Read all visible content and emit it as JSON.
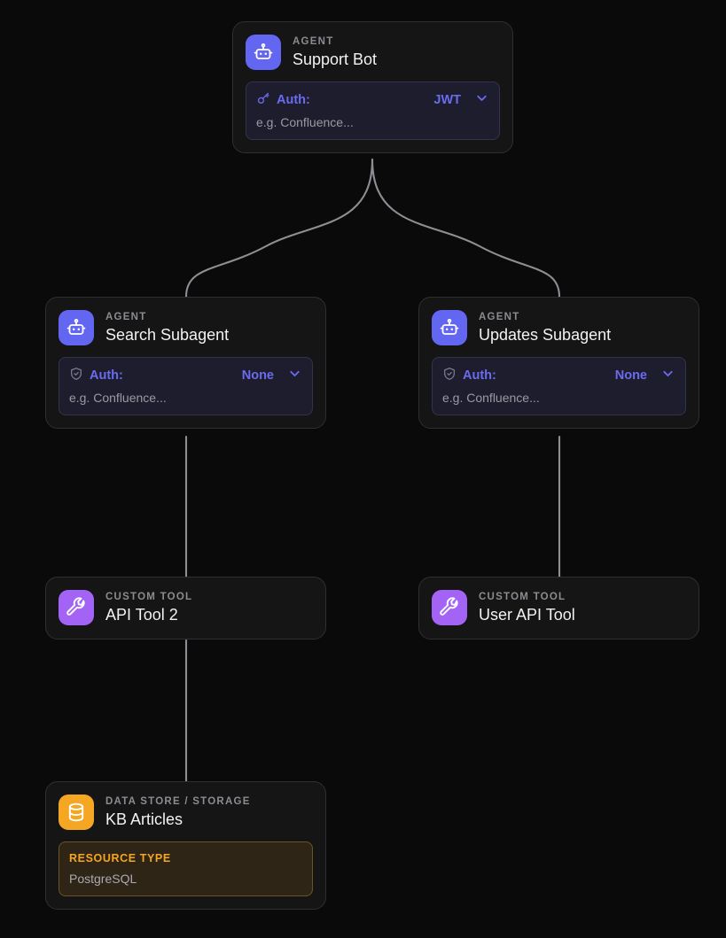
{
  "canvas": {
    "background": "#0a0a0a",
    "edge_color": "#8e8e94"
  },
  "nodes": [
    {
      "id": "support-bot",
      "kind": "AGENT",
      "title": "Support Bot",
      "icon": "robot-icon",
      "icon_color": "#6366f1",
      "panel": {
        "type": "auth",
        "icon": "key-icon",
        "label": "Auth:",
        "value": "JWT",
        "placeholder": "e.g. Confluence...",
        "accent": "#6b6bf0"
      }
    },
    {
      "id": "search-subagent",
      "kind": "AGENT",
      "title": "Search Subagent",
      "icon": "robot-icon",
      "icon_color": "#6366f1",
      "panel": {
        "type": "auth",
        "icon": "shield-check-icon",
        "label": "Auth:",
        "value": "None",
        "placeholder": "e.g. Confluence...",
        "accent": "#6b6bf0"
      }
    },
    {
      "id": "updates-subagent",
      "kind": "AGENT",
      "title": "Updates Subagent",
      "icon": "robot-icon",
      "icon_color": "#6366f1",
      "panel": {
        "type": "auth",
        "icon": "shield-check-icon",
        "label": "Auth:",
        "value": "None",
        "placeholder": "e.g. Confluence...",
        "accent": "#6b6bf0"
      }
    },
    {
      "id": "api-tool-2",
      "kind": "CUSTOM TOOL",
      "title": "API Tool 2",
      "icon": "wrench-icon",
      "icon_color": "#a364f5",
      "panel": null
    },
    {
      "id": "user-api-tool",
      "kind": "CUSTOM TOOL",
      "title": "User API Tool",
      "icon": "wrench-icon",
      "icon_color": "#a364f5",
      "panel": null
    },
    {
      "id": "kb-articles",
      "kind": "DATA STORE / STORAGE",
      "title": "KB Articles",
      "icon": "database-icon",
      "icon_color": "#f5a623",
      "panel": {
        "type": "resource",
        "icon": null,
        "label": "RESOURCE TYPE",
        "value": "PostgreSQL",
        "placeholder": null,
        "accent": "#f5a623"
      }
    }
  ],
  "edges": [
    {
      "from": "support-bot",
      "to": "search-subagent",
      "style": "curve"
    },
    {
      "from": "support-bot",
      "to": "updates-subagent",
      "style": "curve"
    },
    {
      "from": "search-subagent",
      "to": "api-tool-2",
      "style": "straight"
    },
    {
      "from": "updates-subagent",
      "to": "user-api-tool",
      "style": "straight"
    },
    {
      "from": "api-tool-2",
      "to": "kb-articles",
      "style": "straight"
    }
  ]
}
